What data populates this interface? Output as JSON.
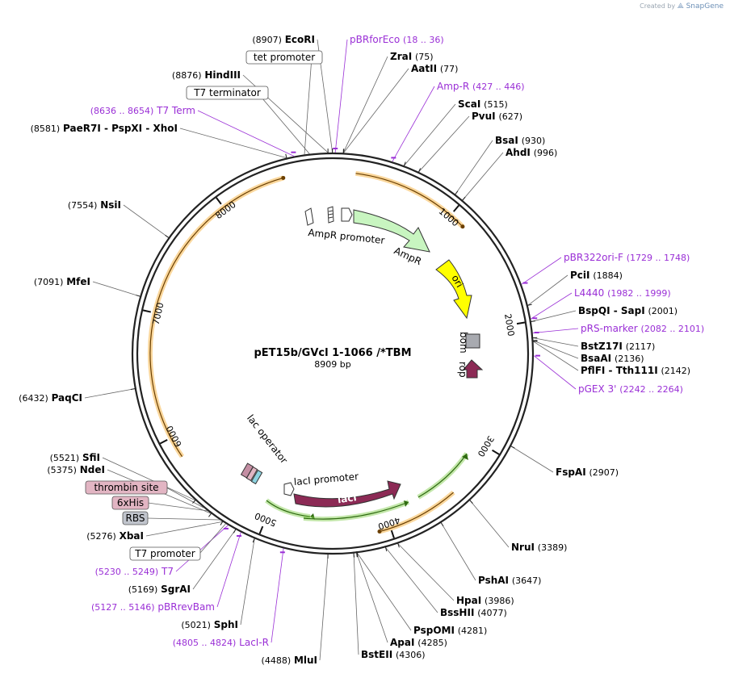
{
  "credit": {
    "prefix": "Created by",
    "brand": "SnapGene"
  },
  "map": {
    "name": "pET15b/GVcl 1-1066 /*TBM",
    "length_label": "8909 bp",
    "length_bp": 8909,
    "tick_labels": [
      "1000",
      "2000",
      "3000",
      "4000",
      "5000",
      "6000",
      "7000",
      "8000"
    ]
  },
  "colors": {
    "enzyme": "#000000",
    "primer": "#9a2fd6",
    "orf": "#f5a623",
    "ampr": "#c8f5c0",
    "ori": "#ffff00",
    "laci": "#8c2a55",
    "green_feature": "#7ac943",
    "thrombin_site": "#e2b5c3",
    "his_tag": "#e2b5c3",
    "rbs": "#c0c4cc"
  },
  "enzymes": [
    {
      "pos": "(8907)",
      "name": "EcoRI"
    },
    {
      "name": "ZraI",
      "pos": "(75)"
    },
    {
      "name": "AatII",
      "pos": "(77)"
    },
    {
      "name": "ScaI",
      "pos": "(515)"
    },
    {
      "name": "PvuI",
      "pos": "(627)"
    },
    {
      "name": "BsaI",
      "pos": "(930)"
    },
    {
      "name": "AhdI",
      "pos": "(996)"
    },
    {
      "name": "PciI",
      "pos": "(1884)"
    },
    {
      "name": "BspQI - SapI",
      "pos": "(2001)"
    },
    {
      "name": "BstZ17I",
      "pos": "(2117)"
    },
    {
      "name": "BsaAI",
      "pos": "(2136)"
    },
    {
      "name": "PflFI - Tth111I",
      "pos": "(2142)"
    },
    {
      "name": "FspAI",
      "pos": "(2907)"
    },
    {
      "name": "NruI",
      "pos": "(3389)"
    },
    {
      "name": "PshAI",
      "pos": "(3647)"
    },
    {
      "name": "HpaI",
      "pos": "(3986)"
    },
    {
      "name": "BssHII",
      "pos": "(4077)"
    },
    {
      "name": "PspOMI",
      "pos": "(4281)"
    },
    {
      "name": "ApaI",
      "pos": "(4285)"
    },
    {
      "name": "BstEII",
      "pos": "(4306)"
    },
    {
      "pos": "(4488)",
      "name": "MluI"
    },
    {
      "pos": "(5021)",
      "name": "SphI"
    },
    {
      "pos": "(5169)",
      "name": "SgrAI"
    },
    {
      "pos": "(5276)",
      "name": "XbaI"
    },
    {
      "pos": "(5375)",
      "name": "NdeI"
    },
    {
      "pos": "(5521)",
      "name": "SfiI"
    },
    {
      "pos": "(6432)",
      "name": "PaqCI"
    },
    {
      "pos": "(7091)",
      "name": "MfeI"
    },
    {
      "pos": "(7554)",
      "name": "NsiI"
    },
    {
      "pos": "(8581)",
      "name": "PaeR7I - PspXI - XhoI"
    },
    {
      "pos": "(8876)",
      "name": "HindIII"
    }
  ],
  "primers": [
    {
      "name": "pBRforEco",
      "range": "(18 .. 36)"
    },
    {
      "name": "Amp-R",
      "range": "(427 .. 446)"
    },
    {
      "name": "pBR322ori-F",
      "range": "(1729 .. 1748)"
    },
    {
      "name": "L4440",
      "range": "(1982 .. 1999)"
    },
    {
      "name": "pRS-marker",
      "range": "(2082 .. 2101)"
    },
    {
      "name": "pGEX 3'",
      "range": "(2242 .. 2264)"
    },
    {
      "range": "(5230 .. 5249)",
      "name": "T7"
    },
    {
      "range": "(5127 .. 5146)",
      "name": "pBRrevBam"
    },
    {
      "range": "(4805 .. 4824)",
      "name": "LacI-R"
    },
    {
      "range": "(8636 .. 8654)",
      "name": "T7 Term"
    }
  ],
  "boxed_features": [
    {
      "name": "tet promoter",
      "style": "white"
    },
    {
      "name": "T7 terminator",
      "style": "white"
    },
    {
      "name": "thrombin site",
      "style": "pink"
    },
    {
      "name": "6xHis",
      "style": "pink"
    },
    {
      "name": "RBS",
      "style": "gray"
    },
    {
      "name": "T7 promoter",
      "style": "white"
    }
  ],
  "inner_features": {
    "ampr_promoter": "AmpR promoter",
    "ampr": "AmpR",
    "ori": "ori",
    "bom": "bom",
    "rop": "rop",
    "lac_operator": "lac operator",
    "laci_promoter": "lacI promoter",
    "laci": "lacI"
  }
}
